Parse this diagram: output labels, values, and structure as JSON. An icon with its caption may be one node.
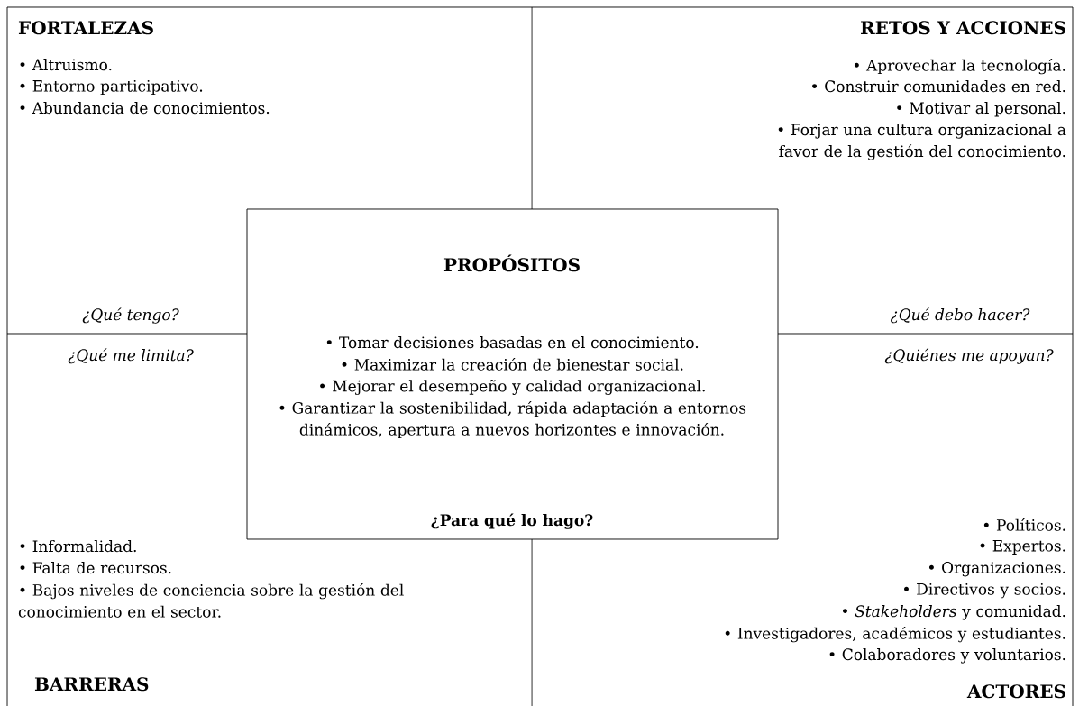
{
  "diagram": {
    "nodes": [
      {
        "text": [
          "FORTALEZAS",
          "• Altruismo.",
          "• Entorno participativo.",
          "• Abundancia de conocimientos."
        ]
      },
      {
        "text": [
          "RETOS Y ACCIONES",
          "• Aprovechar la tecnología.",
          "• Construir comunidades en red.",
          "• Motivar al personal.",
          "• Forjar una cultura organizacional a favor de la gestión del conocimiento."
        ]
      },
      {
        "text": [
          "PROPÓSITOS",
          "• Tomar decisiones basadas en el conocimiento.",
          "• Maximizar la creación de bienestar social.",
          "• Mejorar el desempeño y calidad organizacional.",
          "• Garantizar la sostenibilidad, rápida adaptación a entornos dinámicos, apertura a nuevos horizontes e innovación.",
          "¿Para qué lo hago?"
        ]
      },
      {
        "text": [
          "• Informalidad.",
          "• Falta de recursos.",
          "• Bajos niveles de conciencia sobre la gestión del conocimiento en el sector.",
          "BARRERAS"
        ]
      },
      {
        "text": [
          "• Políticos.",
          "• Expertos.",
          "• Organizaciones.",
          "• Directivos y socios.",
          "• *Stakeholders* y comunidad.",
          "• Investigadores, académicos y estudiantes.",
          "• Colaboradores y voluntarios.",
          "ACTORES"
        ]
      }
    ],
    "edges": [],
    "labels": [
      "¿Qué tengo?",
      "¿Qué debo hacer?",
      "¿Qué me limita?",
      "¿Quiénes me apoyan?"
    ]
  }
}
